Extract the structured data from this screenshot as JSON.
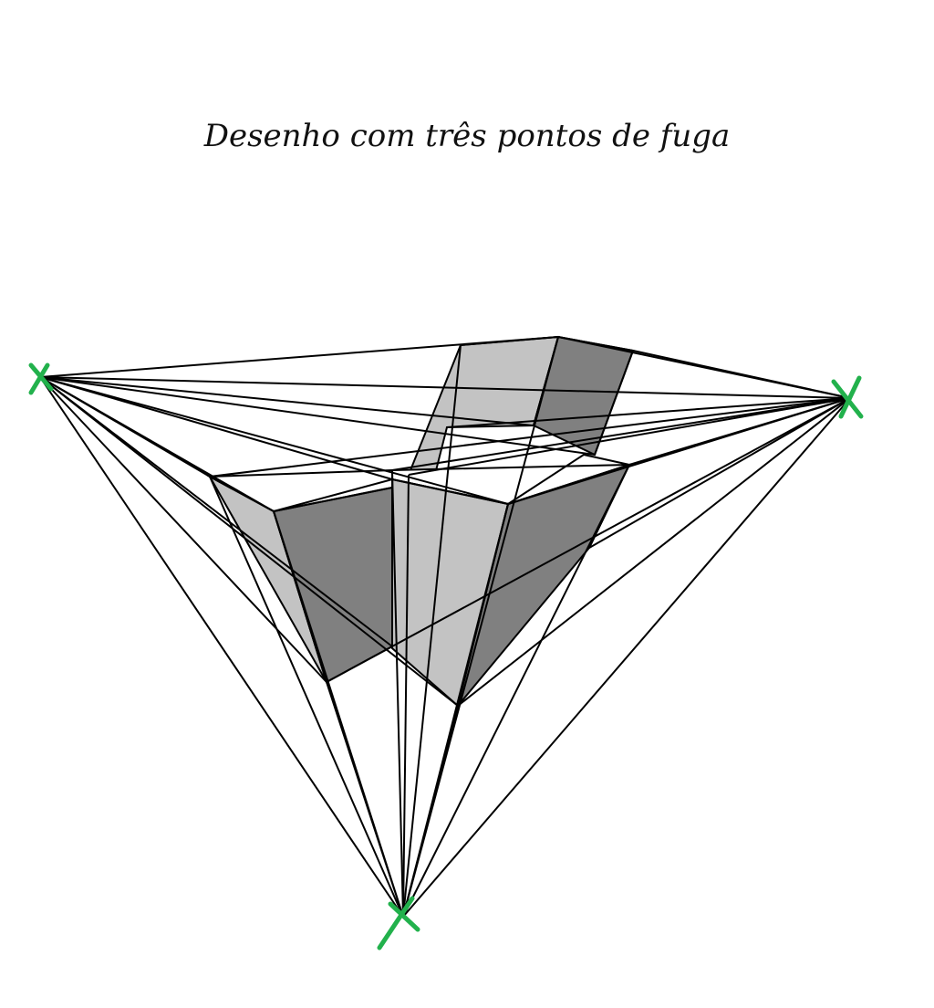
{
  "title": "Desenho com três pontos de fuga",
  "colors": {
    "vanishing_point_marker": "#22b14c",
    "face_dark": "#808080",
    "face_light": "#c3c3c3",
    "lines": "#000000",
    "background": "#ffffff"
  },
  "vanishing_points": [
    {
      "name": "left"
    },
    {
      "name": "right"
    },
    {
      "name": "bottom"
    }
  ]
}
